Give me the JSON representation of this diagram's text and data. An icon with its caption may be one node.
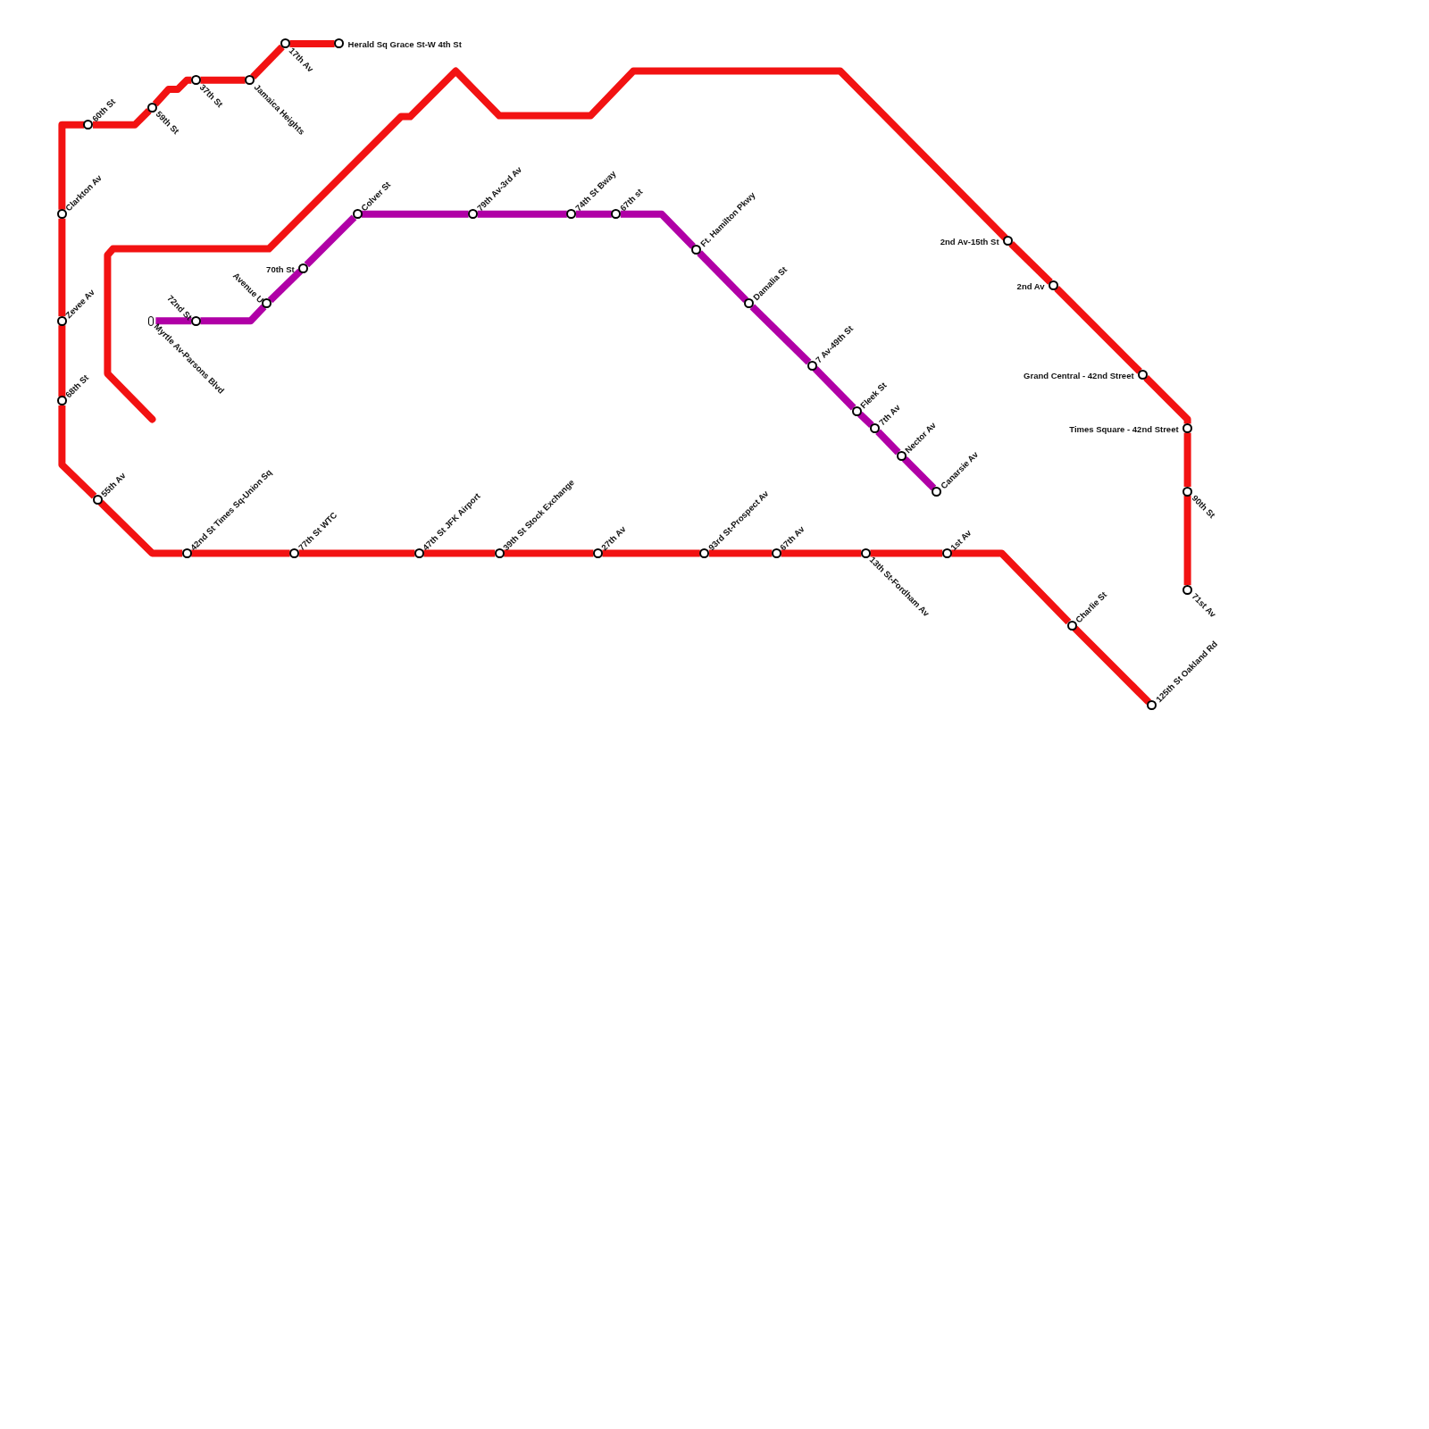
{
  "diagram": {
    "nodes": [
      {
        "text": [
          "60th St"
        ]
      },
      {
        "text": [
          "59th St"
        ]
      },
      {
        "text": [
          "37th St"
        ]
      },
      {
        "text": [
          "Jamaica Heights"
        ]
      },
      {
        "text": [
          "17th Av"
        ]
      },
      {
        "text": [
          "Herald Sq Grace St-W 4th St"
        ]
      },
      {
        "text": [
          "Clarkton Av"
        ]
      },
      {
        "text": [
          "Zevee Av"
        ]
      },
      {
        "text": [
          "68th St"
        ]
      },
      {
        "text": [
          "55th Av"
        ]
      },
      {
        "text": [
          "42nd St Times Sq-Union Sq"
        ]
      },
      {
        "text": [
          "77th St WTC"
        ]
      },
      {
        "text": [
          "47th St JFK Airport"
        ]
      },
      {
        "text": [
          "39th St Stock Exchange"
        ]
      },
      {
        "text": [
          "27th Av"
        ]
      },
      {
        "text": [
          "93rd St-Prospect Av"
        ]
      },
      {
        "text": [
          "67th Av"
        ]
      },
      {
        "text": [
          "13th St-Fordham Av"
        ]
      },
      {
        "text": [
          "1st Av"
        ]
      },
      {
        "text": [
          "Charlie St"
        ]
      },
      {
        "text": [
          "125th St Oakland Rd"
        ]
      },
      {
        "text": [
          "2nd Av-15th St"
        ]
      },
      {
        "text": [
          "2nd Av"
        ]
      },
      {
        "text": [
          "Grand Central - 42nd Street"
        ]
      },
      {
        "text": [
          "Times Square - 42nd Street"
        ]
      },
      {
        "text": [
          "90th St"
        ]
      },
      {
        "text": [
          "71st Av"
        ]
      },
      {
        "text": [
          "Myrtle Av-Parsons Blvd"
        ]
      },
      {
        "text": [
          "72nd St"
        ]
      },
      {
        "text": [
          "Avenue U"
        ]
      },
      {
        "text": [
          "70th St"
        ]
      },
      {
        "text": [
          "Colver St"
        ]
      },
      {
        "text": [
          "79th Av-3rd Av"
        ]
      },
      {
        "text": [
          "74th St Bway"
        ]
      },
      {
        "text": [
          "67th st"
        ]
      },
      {
        "text": [
          "Ft. Hamilton Pkwy"
        ]
      },
      {
        "text": [
          "Damalia St"
        ]
      },
      {
        "text": [
          "7 Av-49th St"
        ]
      },
      {
        "text": [
          "Fleek St"
        ]
      },
      {
        "text": [
          "7th Av"
        ]
      },
      {
        "text": [
          "Nector Av"
        ]
      },
      {
        "text": [
          "Canarsie Av"
        ]
      }
    ],
    "edges": [
      {
        "from": 5,
        "to": 4,
        "arrow": "none"
      },
      {
        "from": 4,
        "to": 3,
        "arrow": "none"
      },
      {
        "from": 3,
        "to": 2,
        "arrow": "none"
      },
      {
        "from": 2,
        "to": 1,
        "arrow": "none"
      },
      {
        "from": 1,
        "to": 0,
        "arrow": "none"
      },
      {
        "from": 0,
        "to": 6,
        "arrow": "none"
      },
      {
        "from": 6,
        "to": 7,
        "arrow": "none"
      },
      {
        "from": 7,
        "to": 8,
        "arrow": "none"
      },
      {
        "from": 8,
        "to": 9,
        "arrow": "none"
      },
      {
        "from": 9,
        "to": 10,
        "arrow": "none"
      },
      {
        "from": 10,
        "to": 11,
        "arrow": "none"
      },
      {
        "from": 11,
        "to": 12,
        "arrow": "none"
      },
      {
        "from": 12,
        "to": 13,
        "arrow": "none"
      },
      {
        "from": 13,
        "to": 14,
        "arrow": "none"
      },
      {
        "from": 14,
        "to": 15,
        "arrow": "none"
      },
      {
        "from": 15,
        "to": 16,
        "arrow": "none"
      },
      {
        "from": 16,
        "to": 17,
        "arrow": "none"
      },
      {
        "from": 17,
        "to": 18,
        "arrow": "none"
      },
      {
        "from": 18,
        "to": 19,
        "arrow": "none"
      },
      {
        "from": 19,
        "to": 20,
        "arrow": "none"
      },
      {
        "from": null,
        "to": 21,
        "arrow": "none"
      },
      {
        "from": 21,
        "to": 22,
        "arrow": "none"
      },
      {
        "from": 22,
        "to": 23,
        "arrow": "none"
      },
      {
        "from": 23,
        "to": 24,
        "arrow": "none"
      },
      {
        "from": 24,
        "to": 25,
        "arrow": "none"
      },
      {
        "from": 25,
        "to": 26,
        "arrow": "none"
      },
      {
        "from": 27,
        "to": 28,
        "arrow": "none",
        "color": "#b000a6"
      },
      {
        "from": 28,
        "to": 29,
        "arrow": "none",
        "color": "#b000a6"
      },
      {
        "from": 29,
        "to": 30,
        "arrow": "none",
        "color": "#b000a6"
      },
      {
        "from": 30,
        "to": 31,
        "arrow": "none",
        "color": "#b000a6"
      },
      {
        "from": 31,
        "to": 32,
        "arrow": "none",
        "color": "#b000a6"
      },
      {
        "from": 32,
        "to": 33,
        "arrow": "none",
        "color": "#b000a6"
      },
      {
        "from": 33,
        "to": 34,
        "arrow": "none",
        "color": "#b000a6"
      },
      {
        "from": 34,
        "to": 35,
        "arrow": "none",
        "color": "#b000a6"
      },
      {
        "from": 35,
        "to": 36,
        "arrow": "none",
        "color": "#b000a6"
      },
      {
        "from": 36,
        "to": 37,
        "arrow": "none",
        "color": "#b000a6"
      },
      {
        "from": 37,
        "to": 38,
        "arrow": "none",
        "color": "#b000a6"
      },
      {
        "from": 38,
        "to": 39,
        "arrow": "none",
        "color": "#b000a6"
      },
      {
        "from": 39,
        "to": 40,
        "arrow": "none",
        "color": "#b000a6"
      },
      {
        "from": 40,
        "to": 41,
        "arrow": "none",
        "color": "#b000a6"
      }
    ]
  }
}
